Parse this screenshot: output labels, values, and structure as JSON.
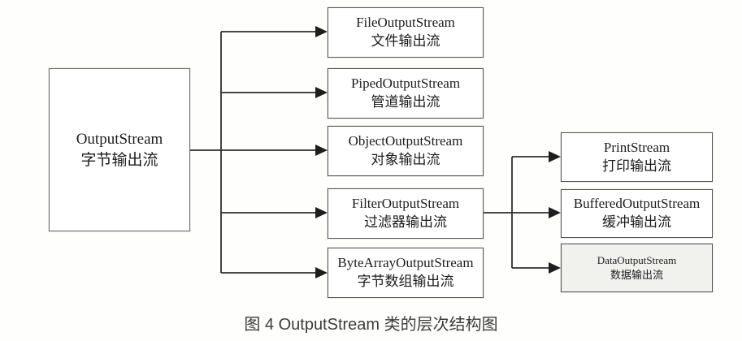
{
  "diagram": {
    "root": {
      "en": "OutputStream",
      "zh": "字节输出流"
    },
    "children": [
      {
        "en": "FileOutputStream",
        "zh": "文件输出流"
      },
      {
        "en": "PipedOutputStream",
        "zh": "管道输出流"
      },
      {
        "en": "ObjectOutputStream",
        "zh": "对象输出流"
      },
      {
        "en": "FilterOutputStream",
        "zh": "过滤器输出流"
      },
      {
        "en": "ByteArrayOutputStream",
        "zh": "字节数组输出流"
      }
    ],
    "filter_children": [
      {
        "en": "PrintStream",
        "zh": "打印输出流"
      },
      {
        "en": "BufferedOutputStream",
        "zh": "缓冲输出流"
      },
      {
        "en": "DataOutputStream",
        "zh": "数据输出流"
      }
    ],
    "caption": "图 4  OutputStream 类的层次结构图",
    "colors": {
      "line": "#2e2e2e",
      "box_border": "#565656",
      "box_bg": "#ffffff",
      "data_box_bg": "#f1f1ee",
      "caption_text": "#3d3d3d"
    }
  }
}
